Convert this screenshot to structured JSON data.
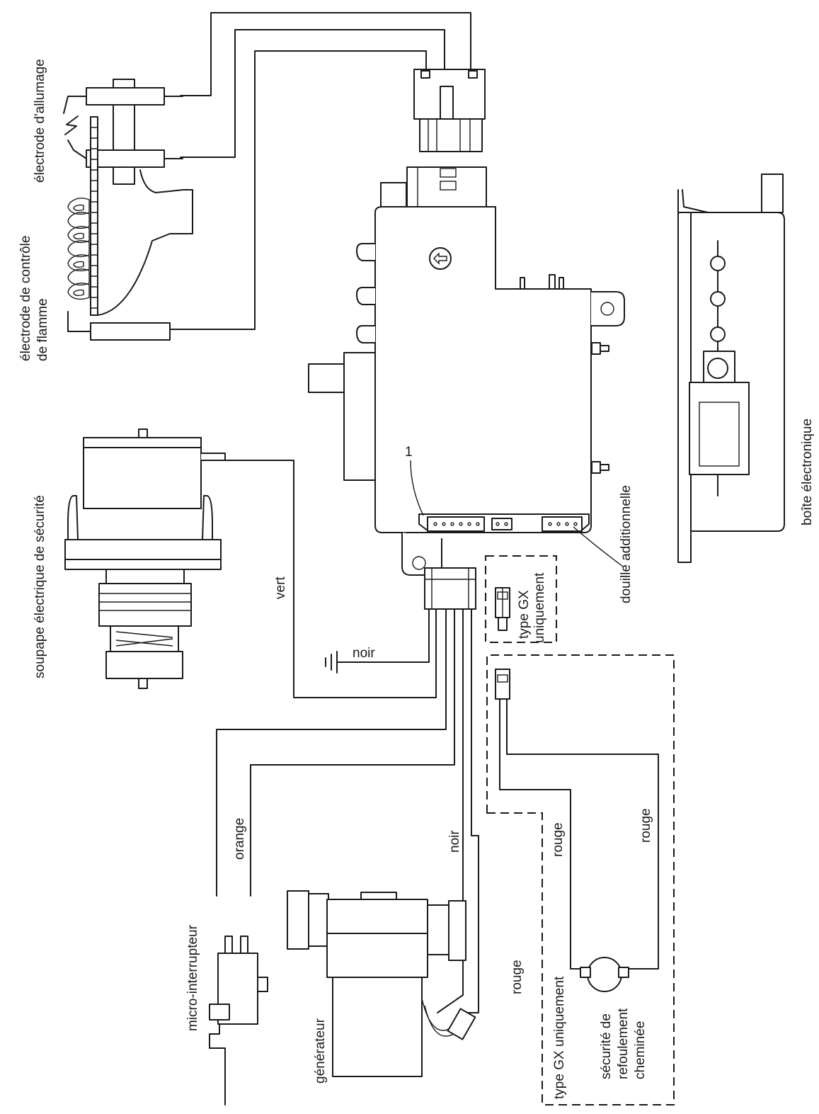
{
  "labels": {
    "ignition_electrode": "électrode d'allumage",
    "flame_electrode_line1": "électrode de contrôle",
    "flame_electrode_line2": "de flamme",
    "safety_valve": "soupape électrique de sécurité",
    "electronic_box": "boîte électronique",
    "extra_socket": "douille additionnelle",
    "callout_1": "1",
    "gx_only_1_line1": "type GX",
    "gx_only_1_line2": "uniquement",
    "gx_only_2": "type GX uniquement",
    "micro_switch": "micro-interrupteur",
    "generator": "générateur",
    "flue_safety_line1": "sécurité de",
    "flue_safety_line2": "refoulement",
    "flue_safety_line3": "cheminée"
  },
  "wires": {
    "green": "vert",
    "black_ground": "noir",
    "orange": "orange",
    "black": "noir",
    "red_generator": "rouge",
    "red_flue_a": "rouge",
    "red_flue_b": "rouge"
  },
  "colors": {
    "ink": "#1a1a1a",
    "background": "#ffffff"
  }
}
